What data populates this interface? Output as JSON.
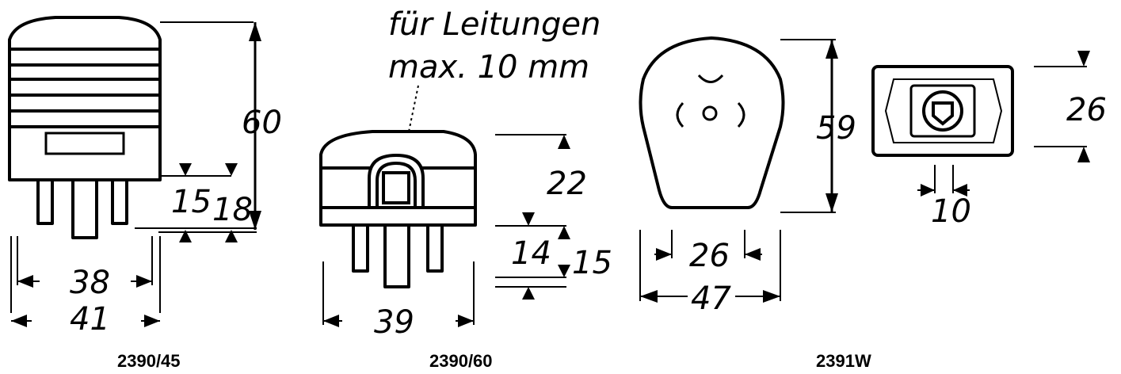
{
  "figures": [
    {
      "model": "2390/45",
      "dims": {
        "height_total": "60",
        "pin_length": "15",
        "pin_length_outer": "18",
        "body_width": "38",
        "overall_width": "41"
      }
    },
    {
      "model": "2390/60",
      "note_line1": "für Leitungen",
      "note_line2": "max. 10 mm",
      "dims": {
        "body_height": "22",
        "pin_length": "14",
        "pin_length_outer": "15",
        "width": "39"
      }
    },
    {
      "model": "2391W",
      "dims": {
        "height": "59",
        "inner_width": "26",
        "overall_width": "47",
        "side_height": "26",
        "slot": "10"
      }
    }
  ]
}
